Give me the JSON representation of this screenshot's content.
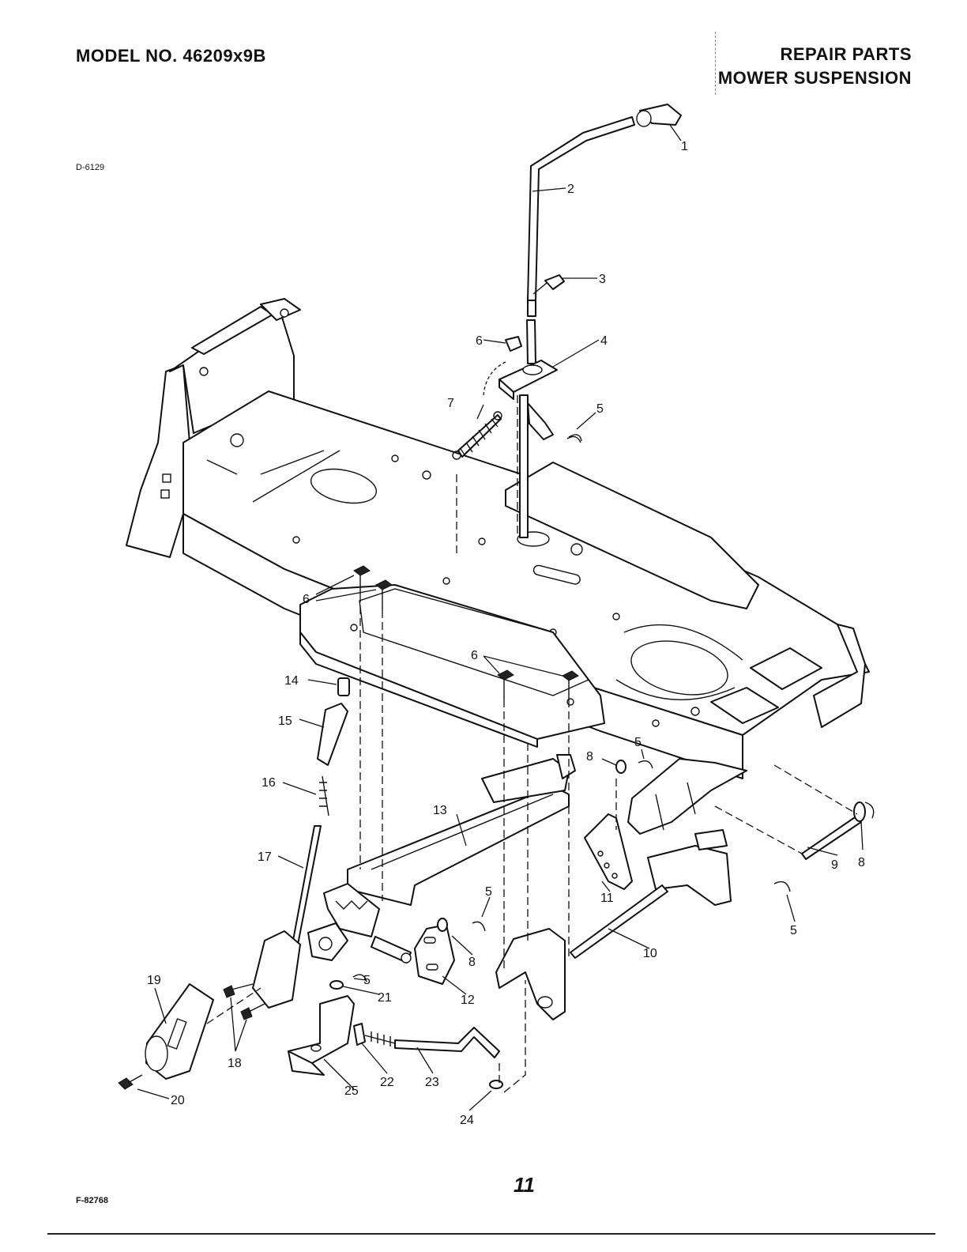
{
  "header": {
    "model": "MODEL NO. 46209x9B",
    "title_line1": "REPAIR PARTS",
    "title_line2": "MOWER SUSPENSION"
  },
  "drawing_number": "D-6129",
  "figure_number": "F-82768",
  "page_mark": "11",
  "callouts": [
    "1",
    "2",
    "3",
    "4",
    "5",
    "6",
    "7",
    "8",
    "9",
    "10",
    "11",
    "12",
    "13",
    "14",
    "15",
    "16",
    "17",
    "18",
    "19",
    "20",
    "21",
    "22",
    "23",
    "24",
    "25"
  ]
}
